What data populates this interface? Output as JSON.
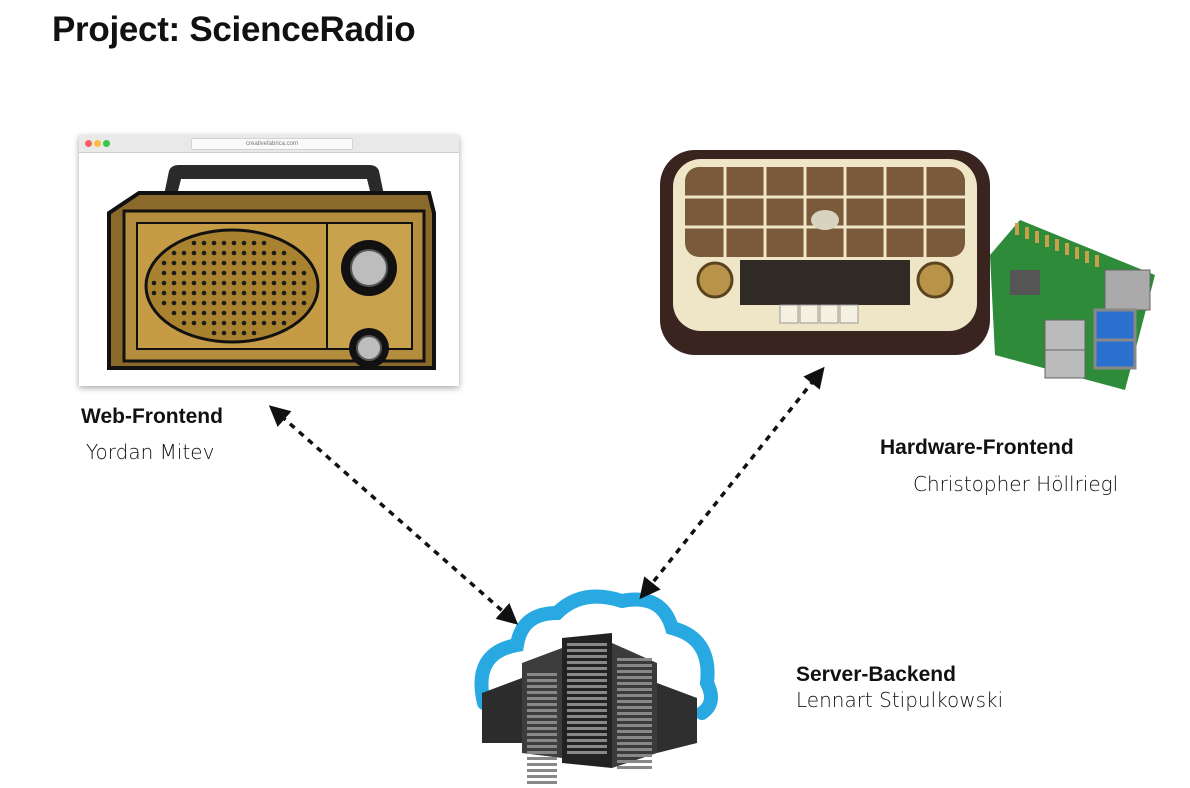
{
  "title": "Project: ScienceRadio",
  "web_frontend": {
    "label": "Web-Frontend",
    "person": "Yordan Mitev",
    "browser_url": "creativefabrica.com"
  },
  "hardware_frontend": {
    "label": "Hardware-Frontend",
    "person": "Christopher Höllriegl"
  },
  "server_backend": {
    "label": "Server-Backend",
    "person": "Lennart Stipulkowski"
  },
  "colors": {
    "cloud": "#29a9e1",
    "radio_wood": "#b58d3f",
    "vintage_radio_body": "#3a2420",
    "raspberry_pi_board": "#2e8b3a"
  },
  "icons": {
    "server": "server-rack-icon",
    "cloud": "cloud-icon",
    "radio": "radio-icon",
    "board": "raspberry-pi-icon"
  }
}
